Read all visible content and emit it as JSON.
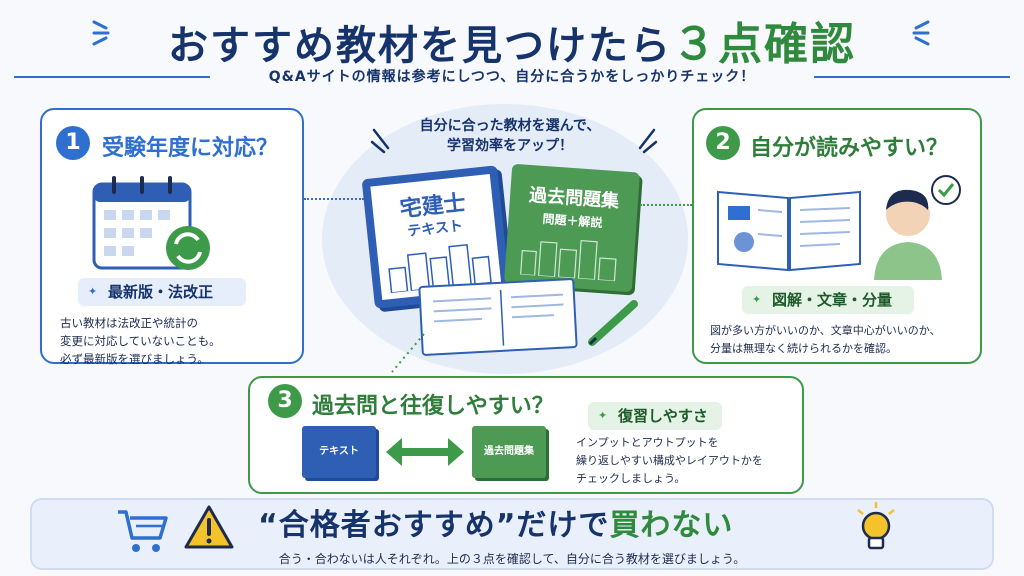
{
  "header": {
    "title_main": "おすすめ教材を見つけたら",
    "title_accent": "３点確認",
    "subtitle": "Q&Aサイトの情報は参考にしつつ、自分に合うかをしっかりチェック！"
  },
  "center": {
    "caption_line1": "自分に合った教材を選んで、",
    "caption_line2": "学習効率をアップ！",
    "book_blue_title": "宅建士",
    "book_blue_sub": "テキスト",
    "book_green_title": "過去問題集",
    "book_green_sub": "問題＋解説"
  },
  "card1": {
    "number": "1",
    "title": "受験年度に対応？",
    "pill": "最新版・法改正",
    "body_lines": [
      "古い教材は法改正や統計の",
      "変更に対応していないことも。",
      "必ず最新版を選びましょう。"
    ]
  },
  "card2": {
    "number": "2",
    "title": "自分が読みやすい？",
    "pill": "図解・文章・分量",
    "body_lines": [
      "図が多い方がいいのか、文章中心がいいのか、",
      "分量は無理なく続けられるかを確認。"
    ]
  },
  "card3": {
    "number": "3",
    "title": "過去問と往復しやすい？",
    "pill": "復習しやすさ",
    "book_left": "テキスト",
    "book_right": "過去問題集",
    "body_lines": [
      "インプットとアウトプットを",
      "繰り返しやすい構成やレイアウトかを",
      "チェックしましょう。"
    ]
  },
  "banner": {
    "title_main": "“合格者おすすめ”だけで",
    "title_accent": "買わない",
    "sub": "合う・合わないは人それぞれ。上の３点を確認して、自分に合う教材を選びましょう。"
  },
  "colors": {
    "navy": "#16336b",
    "blue": "#2f6fd0",
    "green": "#3c9a48"
  }
}
